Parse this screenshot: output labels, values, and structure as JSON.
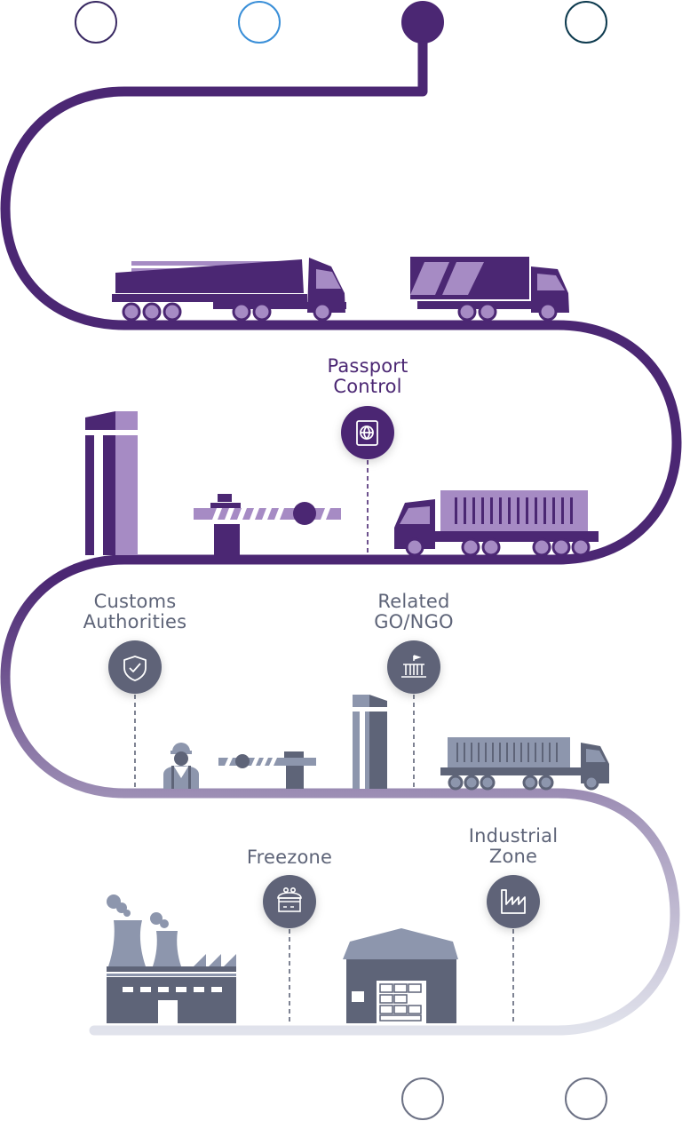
{
  "colors": {
    "purple_dark": "#4b2773",
    "purple_light": "#a68bc4",
    "slate": "#5e6478",
    "slate_light": "#8d96ad",
    "blue_outline": "#3a8fd8",
    "teal_outline": "#0e3b4f",
    "road_end": "#dfe1ea"
  },
  "nav_dots": [
    {
      "state": "outline",
      "color": "#3a2a63"
    },
    {
      "state": "outline",
      "color": "#3a8fd8"
    },
    {
      "state": "filled-active",
      "color": "#4b2773"
    },
    {
      "state": "outline",
      "color": "#0e3b4f"
    },
    {
      "state": "outline",
      "color": "#6d7285"
    },
    {
      "state": "outline",
      "color": "#6d7285"
    }
  ],
  "stations": {
    "passport": {
      "line1": "Passport",
      "line2": "Control",
      "icon": "passport-icon"
    },
    "customs": {
      "line1": "Customs",
      "line2": "Authorities",
      "icon": "shield-check-icon"
    },
    "related": {
      "line1": "Related",
      "line2": "GO/NGO",
      "icon": "government-building-icon"
    },
    "freezone": {
      "line1": "Freezone",
      "icon": "storefront-icon"
    },
    "industrial": {
      "line1": "Industrial",
      "line2": "Zone",
      "icon": "factory-chart-icon"
    }
  }
}
